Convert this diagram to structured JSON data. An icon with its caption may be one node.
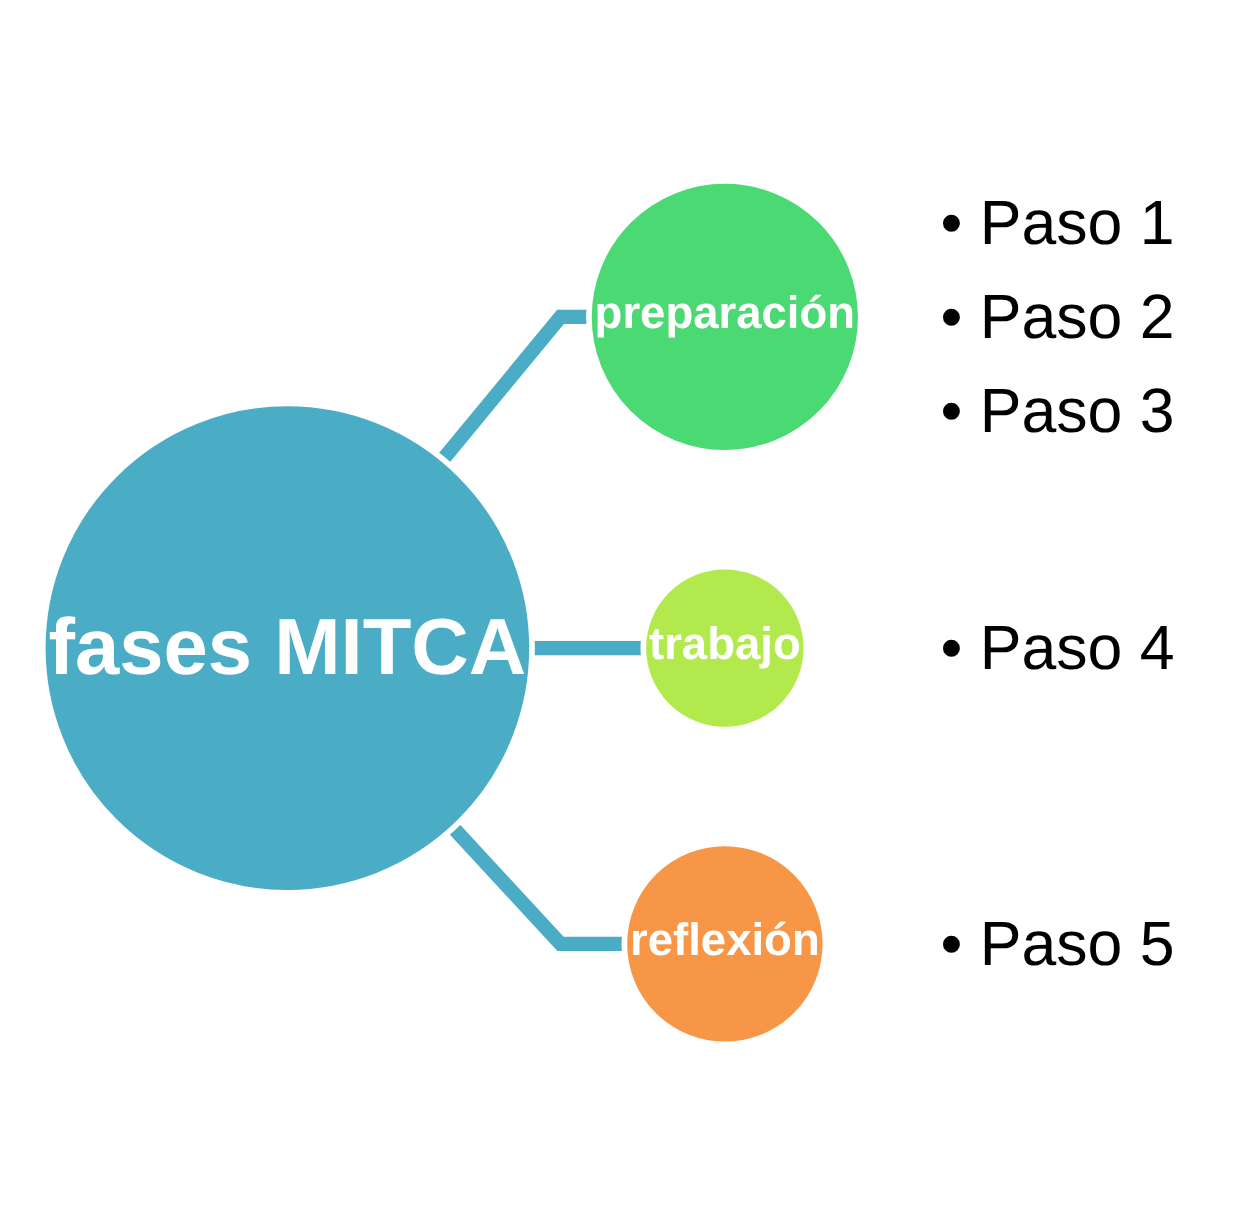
{
  "diagram": {
    "nodes": [
      {
        "text": [
          "fases MITCA"
        ]
      },
      {
        "text": [
          "preparación"
        ],
        "beside": [
          "• Paso 1",
          "• Paso 2",
          "• Paso 3"
        ]
      },
      {
        "text": [
          "trabajo"
        ],
        "beside": [
          "• Paso 4"
        ]
      },
      {
        "text": [
          "reflexión"
        ],
        "beside": [
          "• Paso 5"
        ]
      }
    ],
    "edges": [
      {
        "from": 0,
        "to": 1,
        "arrow": "none"
      },
      {
        "from": 0,
        "to": 2,
        "arrow": "none"
      },
      {
        "from": 0,
        "to": 3,
        "arrow": "none"
      }
    ]
  }
}
